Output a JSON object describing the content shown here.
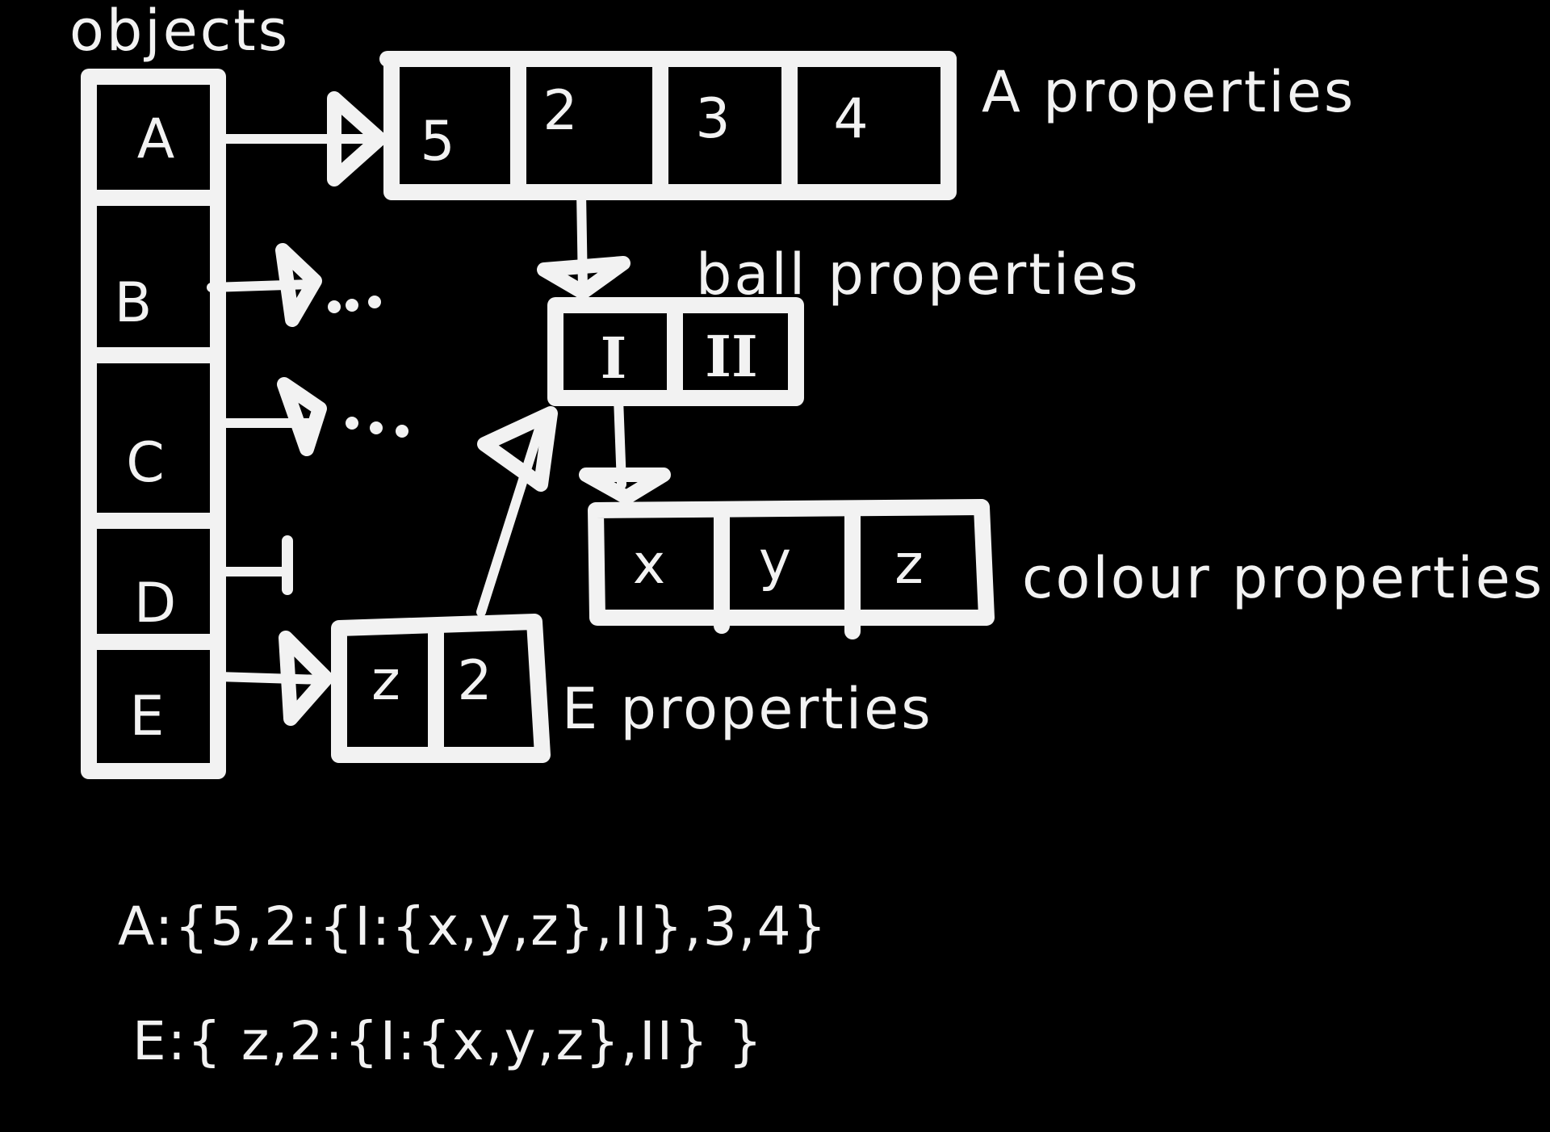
{
  "colors": {
    "background": "#000000",
    "ink": "#f2f2f2"
  },
  "labels": {
    "objects": "objects",
    "a_properties": "A properties",
    "ball_properties": "ball properties",
    "colour_properties": "colour properties",
    "e_properties": "E properties"
  },
  "objects_column": [
    "A",
    "B",
    "C",
    "D",
    "E"
  ],
  "a_properties_cells": [
    "5",
    "2",
    "3",
    "4"
  ],
  "ball_properties_cells": [
    "I",
    "II"
  ],
  "colour_properties_cells": [
    "x",
    "y",
    "z"
  ],
  "e_properties_cells": [
    "z",
    "2"
  ],
  "ellipsis": "...",
  "formulas": {
    "a": "A:{5,2:{I:{x,y,z},II},3,4}",
    "e": "E:{ z,2:{I:{x,y,z},II} }"
  }
}
